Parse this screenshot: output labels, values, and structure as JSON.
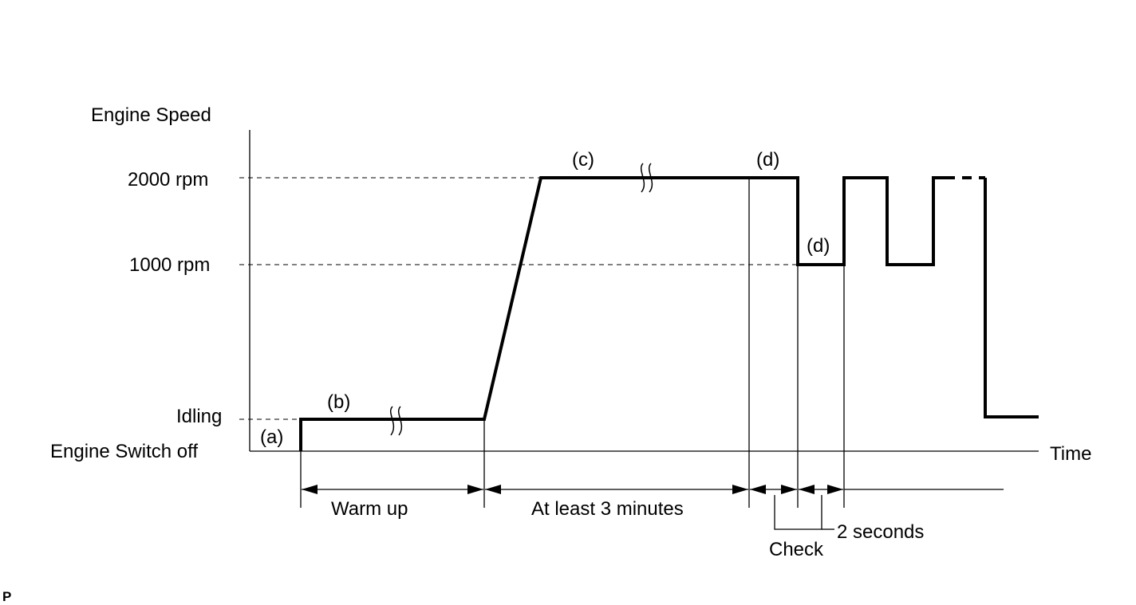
{
  "diagram": {
    "y_axis_title": "Engine Speed",
    "x_axis_title": "Time",
    "levels": {
      "rpm_2000": "2000 rpm",
      "rpm_1000": "1000 rpm",
      "idling": "Idling",
      "switch_off": "Engine Switch off"
    },
    "step_labels": {
      "a": "(a)",
      "b": "(b)",
      "c": "(c)",
      "d_high": "(d)",
      "d_low": "(d)"
    },
    "interval_labels": {
      "warm_up": "Warm up",
      "at_least_3_minutes": "At least 3 minutes",
      "two_seconds": "2 seconds",
      "check": "Check"
    },
    "corner_mark": "P"
  }
}
